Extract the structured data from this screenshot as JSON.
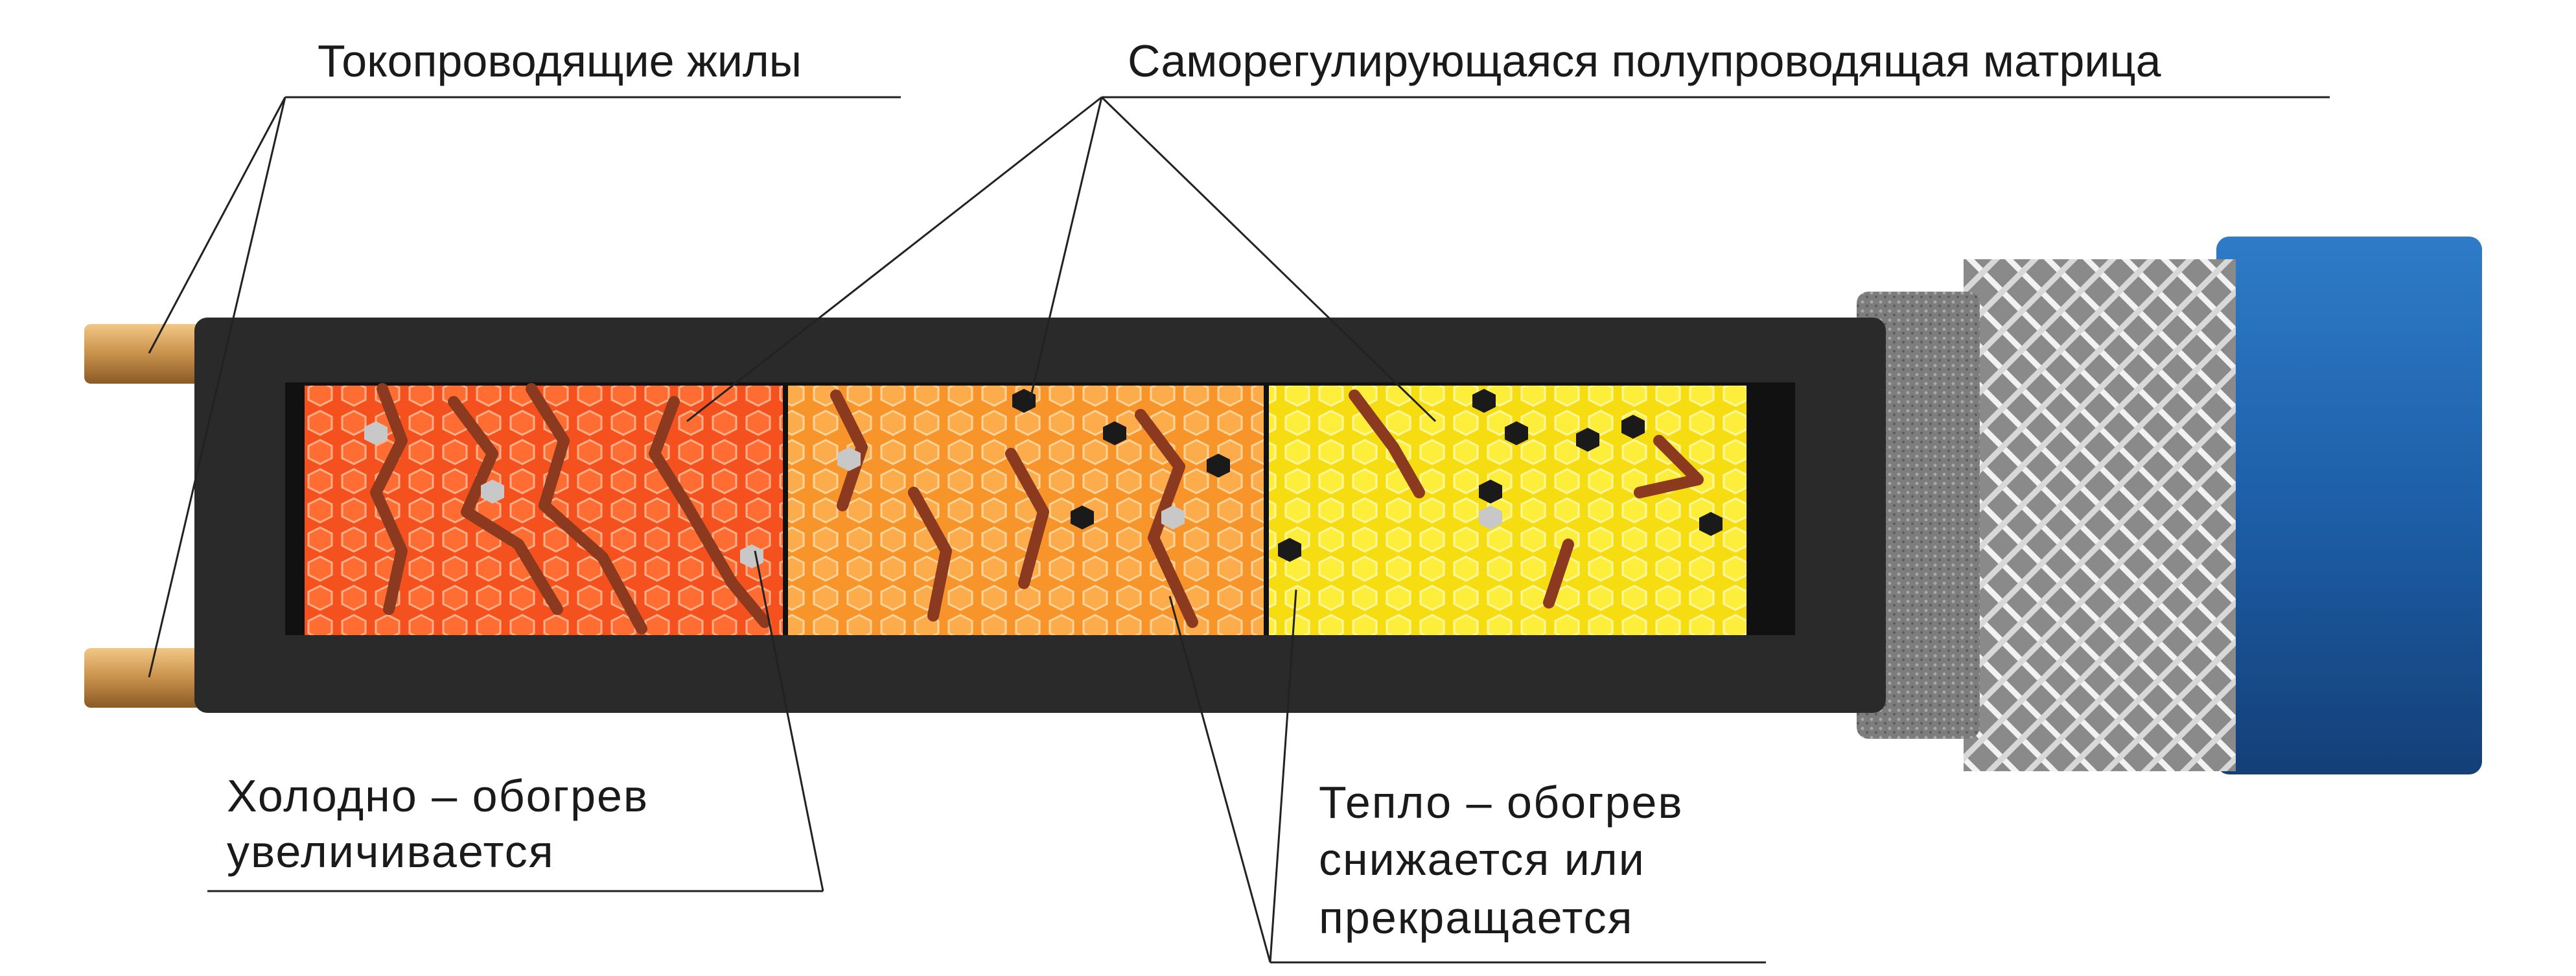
{
  "labels": {
    "conductors": "Токопроводящие жилы",
    "matrix": "Саморегулирующаяся полупроводящая матрица",
    "cold_line1": "Холодно – обогрев",
    "cold_line2": "увеличивается",
    "warm_line1": "Тепло – обогрев",
    "warm_line2": "снижается или",
    "warm_line3": "прекращается"
  },
  "colors": {
    "cold_zone": "#f4511e",
    "mid_zone": "#fba53e",
    "warm_zone": "#fcea1d",
    "jacket": "#1d5fa8",
    "cable_body": "#2a2a2a",
    "copper": "#c8914b"
  }
}
